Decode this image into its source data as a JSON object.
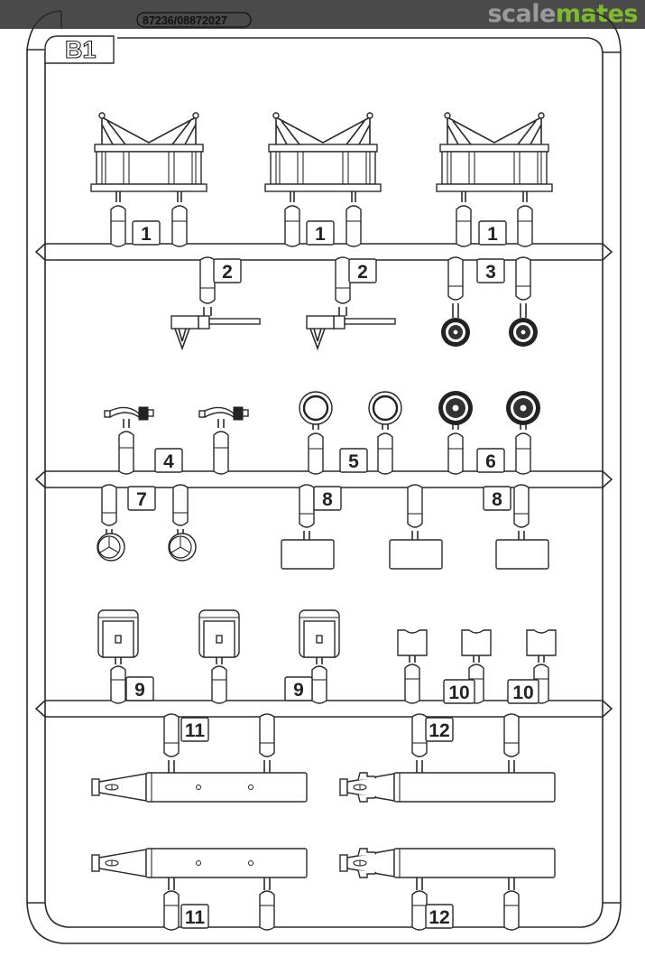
{
  "header": {
    "part_code": "87236/08872027",
    "brand_part1": "scale",
    "brand_part2": "mates",
    "brand_color_gray": "#9a9a9a",
    "brand_color_green": "#7dbb2e"
  },
  "sprue": {
    "name": "B1",
    "parts": [
      {
        "number": "1",
        "description": "platform frame",
        "count": 3
      },
      {
        "number": "2",
        "description": "bracket arm",
        "count": 2
      },
      {
        "number": "3",
        "description": "wheel",
        "count": 2
      },
      {
        "number": "4",
        "description": "fitting",
        "count": 2
      },
      {
        "number": "5",
        "description": "ring",
        "count": 2
      },
      {
        "number": "6",
        "description": "wheel",
        "count": 2
      },
      {
        "number": "7",
        "description": "fan wheel",
        "count": 2
      },
      {
        "number": "8",
        "description": "plate",
        "count": 3
      },
      {
        "number": "9",
        "description": "seat",
        "count": 3
      },
      {
        "number": "10",
        "description": "block",
        "count": 3
      },
      {
        "number": "11",
        "description": "fuel tank",
        "count": 2
      },
      {
        "number": "12",
        "description": "bomb",
        "count": 2
      }
    ],
    "labels": {
      "p1a": "1",
      "p1b": "1",
      "p1c": "1",
      "p2a": "2",
      "p2b": "2",
      "p3": "3",
      "p4": "4",
      "p5": "5",
      "p6": "6",
      "p7": "7",
      "p8a": "8",
      "p8b": "8",
      "p9a": "9",
      "p9b": "9",
      "p10a": "10",
      "p10b": "10",
      "p11a": "11",
      "p11b": "11",
      "p12a": "12",
      "p12b": "12"
    }
  }
}
